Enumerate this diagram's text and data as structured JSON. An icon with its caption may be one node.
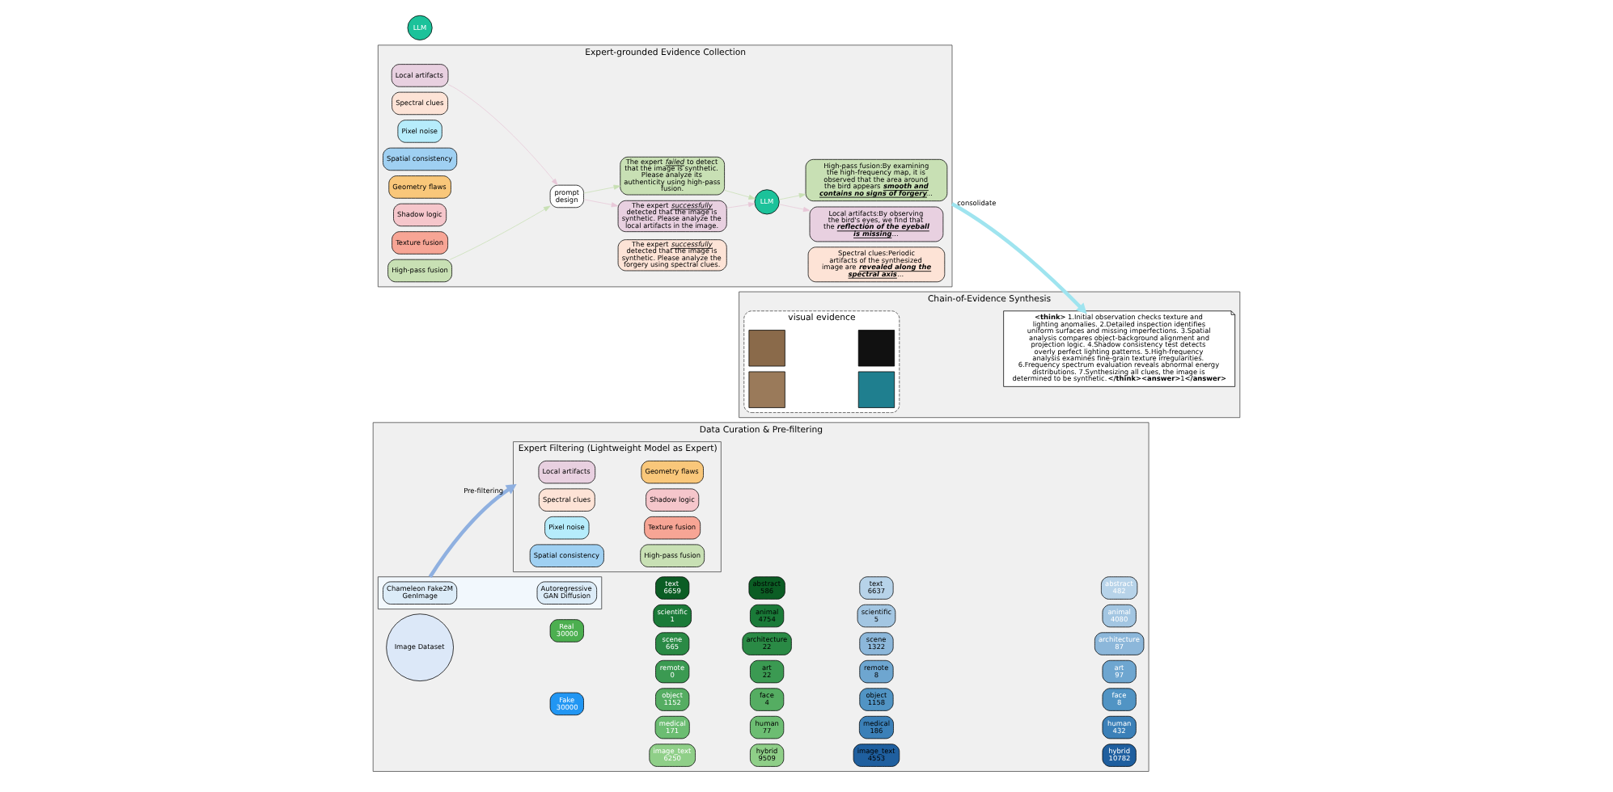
{
  "diagram": {
    "nodes": [
      {
        "text": [
          "Data Curation & Pre-filtering"
        ]
      },
      {
        "text": [],
        "shape": "box",
        "in": 0
      },
      {
        "text": [
          "Chameleon Fake2M GenImage"
        ],
        "in": 1
      },
      {
        "text": [
          "Autoregressive GAN Diffusion"
        ],
        "in": 1
      },
      {
        "text": [
          "Expert Filtering (Lightweight Model as Expert)"
        ],
        "in": 0
      },
      {
        "text": [
          "Local artifacts"
        ],
        "in": 4
      },
      {
        "text": [
          "Geometry flaws"
        ],
        "in": 4
      },
      {
        "text": [
          "Spectral clues"
        ],
        "in": 4
      },
      {
        "text": [
          "Shadow logic"
        ],
        "in": 4
      },
      {
        "text": [
          "Pixel noise"
        ],
        "in": 4
      },
      {
        "text": [
          "Texture fusion"
        ],
        "in": 4
      },
      {
        "text": [
          "Spatial consistency"
        ],
        "in": 4
      },
      {
        "text": [
          "High-pass fusion"
        ],
        "in": 4
      },
      {
        "text": [
          "Image Dataset"
        ],
        "in": 0
      },
      {
        "text": [
          "Real",
          "30000"
        ],
        "in": 0
      },
      {
        "text": [
          "Fake",
          "30000"
        ],
        "in": 0
      },
      {
        "text": [
          "text",
          "6659"
        ],
        "in": 0
      },
      {
        "text": [
          "scientific",
          "1"
        ],
        "in": 0
      },
      {
        "text": [
          "scene",
          "665"
        ],
        "in": 0
      },
      {
        "text": [
          "remote",
          "0"
        ],
        "in": 0
      },
      {
        "text": [
          "object",
          "1152"
        ],
        "in": 0
      },
      {
        "text": [
          "medical",
          "171"
        ],
        "in": 0
      },
      {
        "text": [
          "image_text",
          "6250"
        ],
        "in": 0
      },
      {
        "text": [
          "abstract",
          "586"
        ],
        "in": 0
      },
      {
        "text": [
          "animal",
          "4754"
        ],
        "in": 0
      },
      {
        "text": [
          "architecture",
          "22"
        ],
        "in": 0
      },
      {
        "text": [
          "art",
          "22"
        ],
        "in": 0
      },
      {
        "text": [
          "face",
          "4"
        ],
        "in": 0
      },
      {
        "text": [
          "human",
          "77"
        ],
        "in": 0
      },
      {
        "text": [
          "hybrid",
          "9509"
        ],
        "in": 0
      },
      {
        "text": [
          "text",
          "6637"
        ],
        "in": 0
      },
      {
        "text": [
          "scientific",
          "5"
        ],
        "in": 0
      },
      {
        "text": [
          "scene",
          "1322"
        ],
        "in": 0
      },
      {
        "text": [
          "remote",
          "8"
        ],
        "in": 0
      },
      {
        "text": [
          "object",
          "1158"
        ],
        "in": 0
      },
      {
        "text": [
          "medical",
          "186"
        ],
        "in": 0
      },
      {
        "text": [
          "image_text",
          "4553"
        ],
        "in": 0
      },
      {
        "text": [
          "abstract",
          "482"
        ],
        "in": 0
      },
      {
        "text": [
          "animal",
          "4080"
        ],
        "in": 0
      },
      {
        "text": [
          "architecture",
          "87"
        ],
        "in": 0
      },
      {
        "text": [
          "art",
          "97"
        ],
        "in": 0
      },
      {
        "text": [
          "face",
          "8"
        ],
        "in": 0
      },
      {
        "text": [
          "human",
          "432"
        ],
        "in": 0
      },
      {
        "text": [
          "hybrid",
          "10782"
        ],
        "in": 0
      },
      {
        "text": [
          "Expert-grounded Evidence Collection"
        ]
      },
      {
        "text": [
          "Local artifacts"
        ],
        "in": 44
      },
      {
        "text": [
          "Spectral clues"
        ],
        "in": 44
      },
      {
        "text": [
          "Pixel noise"
        ],
        "in": 44
      },
      {
        "text": [
          "Spatial consistency"
        ],
        "in": 44
      },
      {
        "text": [
          "Geometry flaws"
        ],
        "in": 44
      },
      {
        "text": [
          "Shadow logic"
        ],
        "in": 44
      },
      {
        "text": [
          "Texture fusion"
        ],
        "in": 44
      },
      {
        "text": [
          "High-pass fusion"
        ],
        "in": 44
      },
      {
        "text": [
          "prompt design"
        ],
        "in": 44
      },
      {
        "text": [
          "The expert *successfully* detected that the image is synthetic. Please analyze the local artifacts in the image."
        ],
        "in": 44
      },
      {
        "text": [
          "The expert *successfully* detected that the image is synthetic. Please analyze the forgery using spectral clues."
        ],
        "in": 44
      },
      {
        "text": [
          "The expert *failed* to detect that the image is synthetic. Please analyze its authenticity using high-pass fusion."
        ],
        "in": 44
      },
      {
        "text": [
          "LLM"
        ],
        "in": 44
      },
      {
        "text": [
          "Local artifacts:By observing the bird's eyes, we find that the **reflection of the eyeball is missing**..."
        ],
        "in": 44
      },
      {
        "text": [
          "Spectral clues:Periodic artifacts of the synthesized image are **revealed along the spectral axis**..."
        ],
        "in": 44
      },
      {
        "text": [
          "High-pass fusion:By examining the high-frequency map, it is observed that the area around the bird appears **smooth and contains no signs of forgery**..."
        ],
        "in": 44
      },
      {
        "text": [
          "Chain-of-Evidence Synthesis"
        ]
      },
      {
        "text": [
          "visual evidence"
        ],
        "in": 61
      },
      {
        "text": [],
        "shape": "box",
        "in": 62
      },
      {
        "text": [],
        "shape": "box",
        "in": 62
      },
      {
        "text": [],
        "shape": "box",
        "in": 62
      },
      {
        "text": [],
        "shape": "box",
        "in": 62
      },
      {
        "text": [
          "**<think>** 1.Initial observation checks texture and lighting anomalies. 2.Detailed inspection identifies uniform surfaces and missing imperfections. 3.Spatial analysis compares object-background alignment and projection logic. 4.Shadow consistency test detects overly perfect lighting patterns. 5.High-frequency analysis examines fine-grain texture irregularities. 6.Frequency spectrum evaluation reveals abnormal energy distributions. 7.Synthesizing all clues, the image is determined to be synthetic.**</think><answer>**1**</answer>**"
        ],
        "in": 61
      },
      {
        "text": [
          "LLM"
        ]
      }
    ],
    "edges": [
      {
        "from": 1,
        "to": 4,
        "arrow": "to",
        "label": "Pre-filtering",
        "style": "thick",
        "color": "#8fb0e0"
      },
      {
        "from": 45,
        "to": 53,
        "arrow": "to",
        "color": "#e8c8d8"
      },
      {
        "from": 52,
        "to": 53,
        "arrow": "to",
        "color": "#c8e0b4"
      },
      {
        "from": 53,
        "to": 54,
        "arrow": "to",
        "color": "#e8c8d8"
      },
      {
        "from": 53,
        "to": 56,
        "arrow": "to",
        "color": "#c8e0b4"
      },
      {
        "from": 54,
        "to": 57,
        "arrow": "to",
        "color": "#e8c8d8"
      },
      {
        "from": 56,
        "to": 57,
        "arrow": "to",
        "color": "#c8e0b4"
      },
      {
        "from": 57,
        "to": 58,
        "arrow": "to",
        "color": "#e8c8d8"
      },
      {
        "from": 57,
        "to": 60,
        "arrow": "to",
        "color": "#c8e0b4"
      },
      {
        "from": 44,
        "to": 67,
        "arrow": "to",
        "label": "consolidate",
        "style": "thick",
        "color": "#9fe4ef"
      }
    ]
  }
}
